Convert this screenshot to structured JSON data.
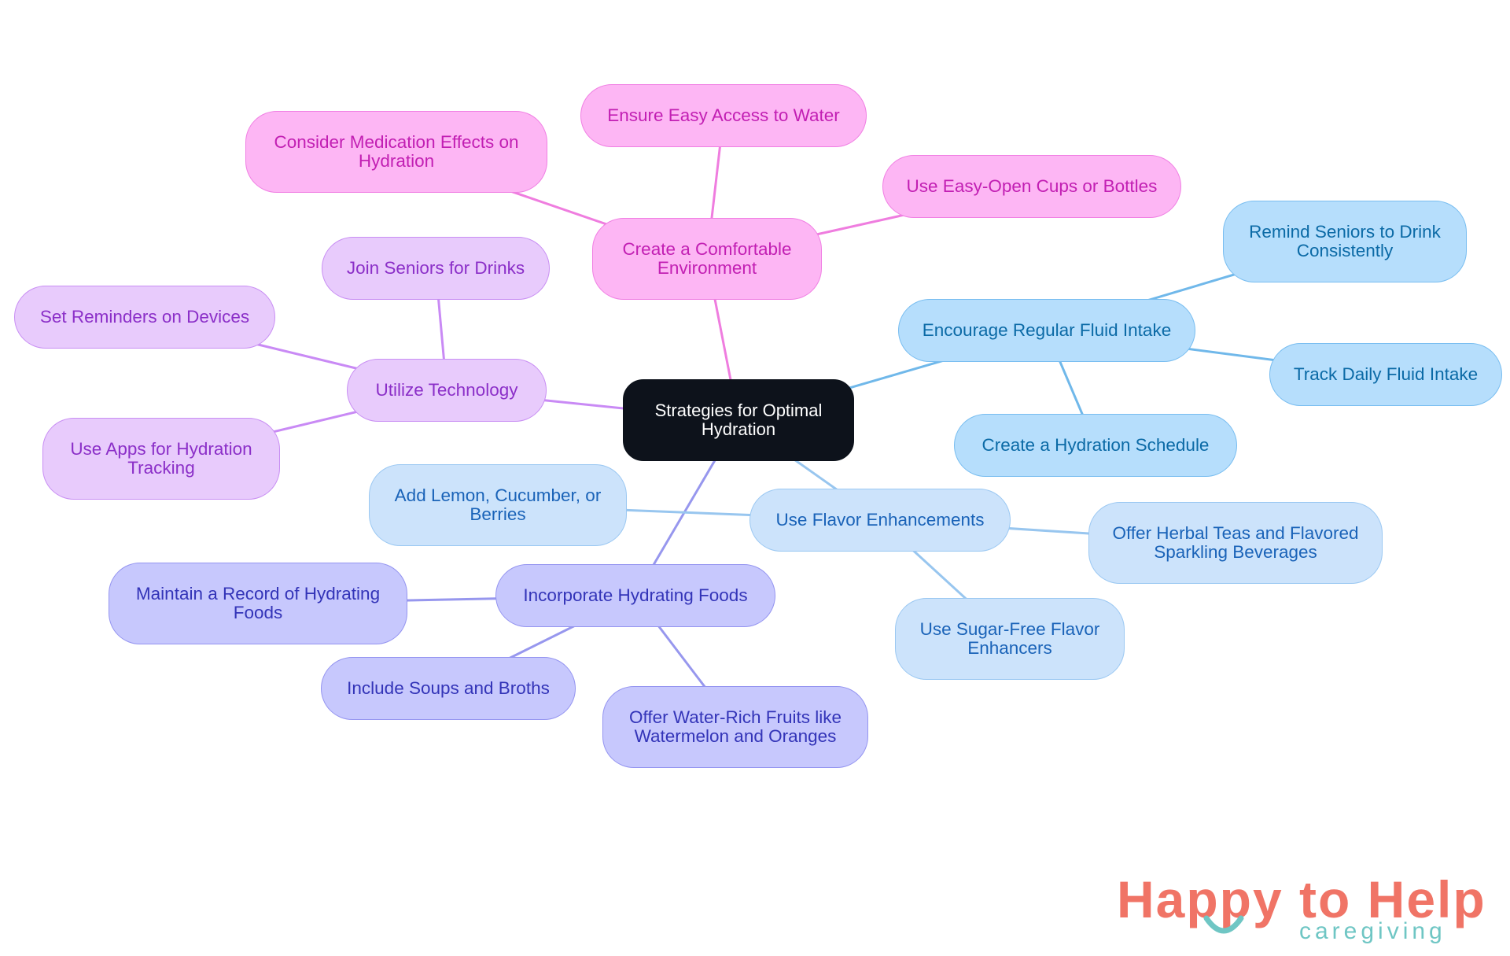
{
  "diagram": {
    "root": "Strategies for Optimal Hydration",
    "nodes": {
      "environment": "Create a Comfortable Environment",
      "access": "Ensure Easy Access to Water",
      "medication": "Consider Medication Effects on Hydration",
      "cups": "Use Easy-Open Cups or Bottles",
      "technology": "Utilize Technology",
      "join": "Join Seniors for Drinks",
      "reminders": "Set Reminders on Devices",
      "apps": "Use Apps for Hydration Tracking",
      "fluid": "Encourage Regular Fluid Intake",
      "remind": "Remind Seniors to Drink Consistently",
      "track": "Track Daily Fluid Intake",
      "schedule": "Create a Hydration Schedule",
      "flavor": "Use Flavor Enhancements",
      "lemon": "Add Lemon, Cucumber, or Berries",
      "herbal": "Offer Herbal Teas and Flavored Sparkling Beverages",
      "sugarfree": "Use Sugar-Free Flavor Enhancers",
      "foods": "Incorporate Hydrating Foods",
      "record": "Maintain a Record of Hydrating Foods",
      "soups": "Include Soups and Broths",
      "fruits": "Offer Water-Rich Fruits like Watermelon and Oranges"
    },
    "edges": [
      [
        "root",
        "environment"
      ],
      [
        "root",
        "technology"
      ],
      [
        "root",
        "fluid"
      ],
      [
        "root",
        "flavor"
      ],
      [
        "root",
        "foods"
      ],
      [
        "environment",
        "access"
      ],
      [
        "environment",
        "medication"
      ],
      [
        "environment",
        "cups"
      ],
      [
        "technology",
        "join"
      ],
      [
        "technology",
        "reminders"
      ],
      [
        "technology",
        "apps"
      ],
      [
        "fluid",
        "remind"
      ],
      [
        "fluid",
        "track"
      ],
      [
        "fluid",
        "schedule"
      ],
      [
        "flavor",
        "lemon"
      ],
      [
        "flavor",
        "herbal"
      ],
      [
        "flavor",
        "sugarfree"
      ],
      [
        "foods",
        "record"
      ],
      [
        "foods",
        "soups"
      ],
      [
        "foods",
        "fruits"
      ]
    ]
  },
  "colors": {
    "root": {
      "fill": "#0d121b",
      "text": "#ffffff"
    },
    "pink": {
      "fill": "#fdb6f4",
      "border": "#f07fe3",
      "text": "#c21fb3",
      "line": "#ef7ddf"
    },
    "lavender": {
      "fill": "#e8cbfc",
      "border": "#c88ef3",
      "text": "#8b2fc8",
      "line": "#c98af5"
    },
    "sky": {
      "fill": "#b6defc",
      "border": "#78bdf0",
      "text": "#0b6aa6",
      "line": "#70b8ea"
    },
    "lightblue": {
      "fill": "#cce3fb",
      "border": "#9bc8f2",
      "text": "#1a63b8",
      "line": "#98c6ef"
    },
    "indigo": {
      "fill": "#c7c8fd",
      "border": "#9494f0",
      "text": "#3334b8",
      "line": "#9797ee"
    }
  },
  "logo": {
    "main": "Happy to Help",
    "sub": "caregiving"
  }
}
